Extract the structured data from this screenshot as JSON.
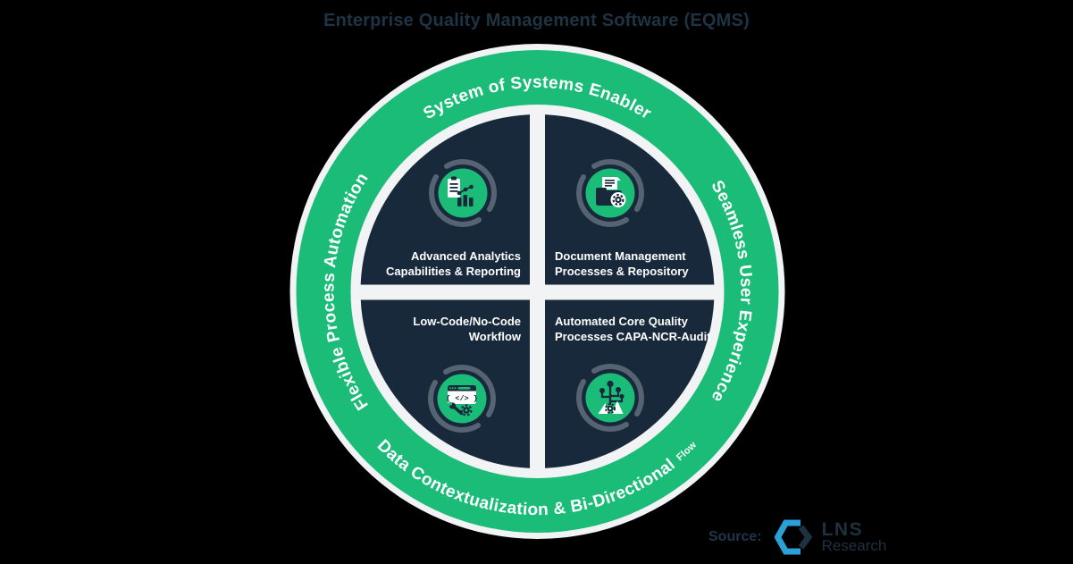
{
  "title": "Enterprise Quality Management Software (EQMS)",
  "ring": {
    "top": "System of Systems Enabler",
    "left": "Flexible Process Automation",
    "right": "Seamless User Experience",
    "bottom": "Data Contextualization & Bi-Directional",
    "bottom_small": "Flow"
  },
  "quadrants": {
    "top_left": {
      "line1": "Advanced Analytics",
      "line2": "Capabilities & Reporting",
      "icon": "analytics-clipboard-chart-icon"
    },
    "top_right": {
      "line1": "Document Management",
      "line2": "Processes & Repository",
      "icon": "document-folder-gear-icon"
    },
    "bottom_left": {
      "line1": "Low-Code/No-Code",
      "line2": "Workflow",
      "icon": "code-window-tools-icon",
      "icon_code": "{ </> }"
    },
    "bottom_right": {
      "line1": "Automated Core Quality",
      "line2": "Processes CAPA-NCR-Audit",
      "icon": "process-network-arrows-icon"
    }
  },
  "source": {
    "label": "Source:",
    "logo_name": "LNS",
    "logo_subname": "Research"
  },
  "colors": {
    "background": "#000000",
    "green": "#1abc78",
    "navy_core": "#17293b",
    "title_navy": "#1e3344",
    "white_ring": "#f1f3f4",
    "icon_ring_gray": "#566372",
    "logo_blue": "#2ba0d6",
    "logo_navy": "#1d3140"
  }
}
